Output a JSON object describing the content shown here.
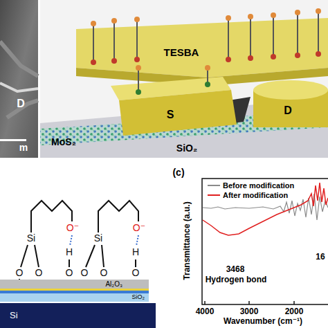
{
  "diagram": {
    "nodes": [
      {
        "text": [
          "Al₂O₃"
        ]
      },
      {
        "text": [
          "SiO₂"
        ]
      },
      {
        "text": [
          "Si"
        ]
      }
    ],
    "labels": [
      "D",
      "m",
      "TESBA",
      "S",
      "D",
      "MoS₂",
      "SiO₂",
      "Si",
      "Si",
      "O",
      "O",
      "O",
      "O",
      "O",
      "O",
      "H",
      "H",
      "O⁻",
      "O⁻",
      "(c)",
      "3468",
      "Hydrogen bond",
      "16",
      "Transmittance (a.u.)",
      "Wavenumber (cm⁻¹)",
      "4000",
      "3000",
      "2000"
    ],
    "legend": [
      {
        "text": "Before modification"
      },
      {
        "text": "After modification"
      }
    ]
  }
}
